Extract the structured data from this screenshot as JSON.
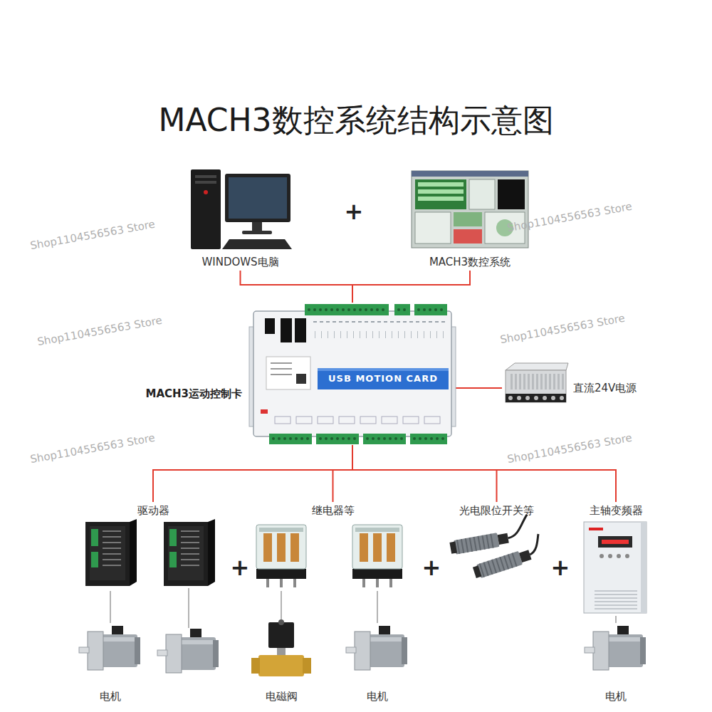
{
  "diagram": {
    "title": "MACH3数控系统结构示意图",
    "nodes": [
      {
        "text": [
          "WINDOWS电脑"
        ]
      },
      {
        "text": [
          "MACH3数控系统"
        ]
      },
      {
        "text": [
          "MACH3运动控制卡",
          "USB MOTION CARD"
        ]
      },
      {
        "text": [
          "直流24V电源"
        ]
      },
      {
        "text": [
          "驱动器"
        ]
      },
      {
        "text": [
          "继电器等"
        ]
      },
      {
        "text": [
          "光电限位开关等"
        ]
      },
      {
        "text": [
          "主轴变频器"
        ]
      },
      {
        "text": [
          "电机"
        ]
      },
      {
        "text": [
          "电磁阀"
        ]
      },
      {
        "text": [
          "电机"
        ]
      },
      {
        "text": [
          "电机"
        ]
      }
    ],
    "edges": [
      {
        "from": 0,
        "to": 2,
        "arrow": "none"
      },
      {
        "from": 1,
        "to": 2,
        "arrow": "none"
      },
      {
        "from": 2,
        "to": 3,
        "arrow": "none"
      },
      {
        "from": 2,
        "to": 4,
        "arrow": "none"
      },
      {
        "from": 2,
        "to": 5,
        "arrow": "none"
      },
      {
        "from": 2,
        "to": 6,
        "arrow": "none"
      },
      {
        "from": 2,
        "to": 7,
        "arrow": "none"
      },
      {
        "from": 4,
        "to": 8,
        "arrow": "none"
      },
      {
        "from": 5,
        "to": 9,
        "arrow": "none"
      },
      {
        "from": 5,
        "to": 10,
        "arrow": "none"
      },
      {
        "from": 7,
        "to": 11,
        "arrow": "none"
      }
    ],
    "labels": [
      "+",
      "+",
      "+",
      "+",
      "Shop1104556563 Store",
      "Shop1104556563 Store",
      "Shop1104556563 Store",
      "Shop1104556563 Store",
      "Shop1104556563 Store",
      "Shop1104556563 Store"
    ]
  }
}
